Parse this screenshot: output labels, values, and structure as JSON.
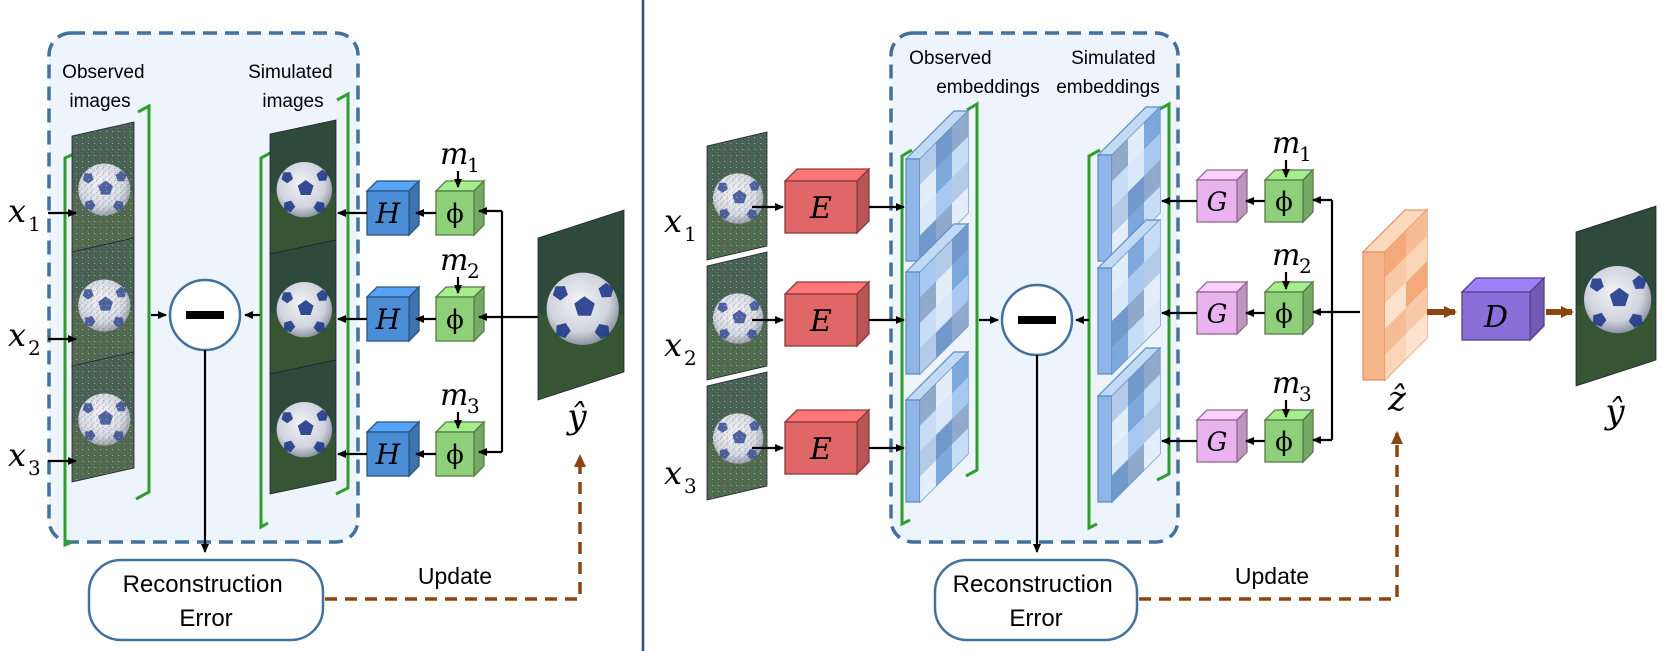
{
  "left_panel": {
    "observed_label": [
      "Observed",
      "images"
    ],
    "simulated_label": [
      "Simulated",
      "images"
    ],
    "inputs": [
      {
        "base": "x",
        "sub": "1"
      },
      {
        "base": "x",
        "sub": "2"
      },
      {
        "base": "x",
        "sub": "3"
      }
    ],
    "operator": "H",
    "masks": [
      {
        "base": "m",
        "sub": "1"
      },
      {
        "base": "m",
        "sub": "2"
      },
      {
        "base": "m",
        "sub": "3"
      }
    ],
    "phi": "ϕ",
    "output": "ŷ",
    "error_label": [
      "Reconstruction",
      "Error"
    ],
    "update_label": "Update"
  },
  "right_panel": {
    "observed_label": [
      "Observed",
      "embeddings"
    ],
    "simulated_label": [
      "Simulated",
      "embeddings"
    ],
    "inputs": [
      {
        "base": "x",
        "sub": "1"
      },
      {
        "base": "x",
        "sub": "2"
      },
      {
        "base": "x",
        "sub": "3"
      }
    ],
    "encoder": "E",
    "generator": "G",
    "masks": [
      {
        "base": "m",
        "sub": "1"
      },
      {
        "base": "m",
        "sub": "2"
      },
      {
        "base": "m",
        "sub": "3"
      }
    ],
    "phi": "ϕ",
    "latent": "ẑ",
    "decoder": "D",
    "output": "ŷ",
    "error_label": [
      "Reconstruction",
      "Error"
    ],
    "update_label": "Update"
  },
  "colors": {
    "dashed_box": "#41719c",
    "panel_fill": "#eef4fb",
    "bracket": "#2f9e2f",
    "H_block": "#4b8ed6",
    "phi_block": "#8fcf7a",
    "E_block": "#e06767",
    "G_block": "#e9b4ee",
    "D_block": "#8b6fd9",
    "latent_block": "#f8c9a5",
    "update_arrow": "#8b4513",
    "divider": "#2e4f8c"
  }
}
